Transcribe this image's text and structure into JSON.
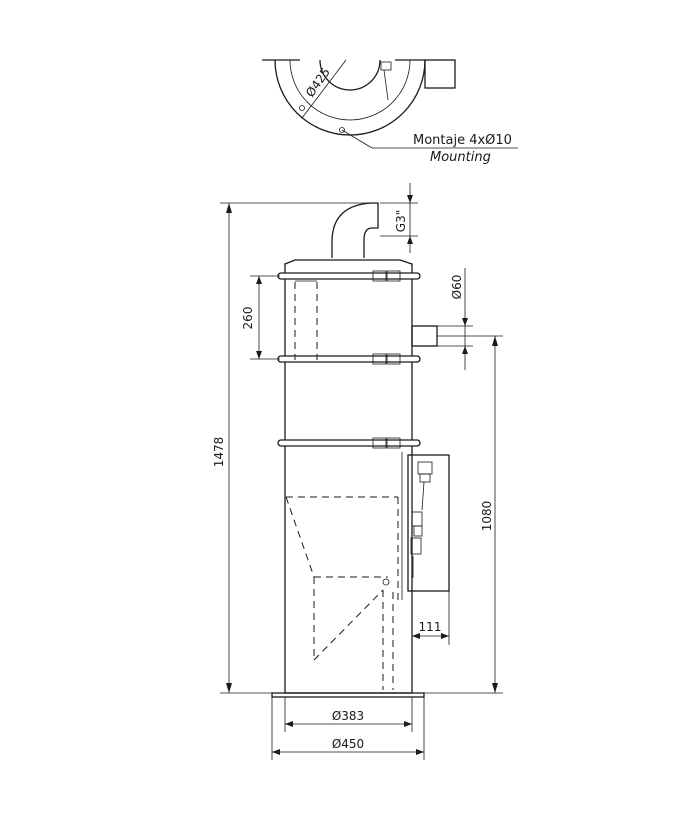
{
  "top_view": {
    "diameter_label": "Ø425",
    "note_primary": "Montaje 4xØ10",
    "note_secondary": "Mounting"
  },
  "dimensions": {
    "overall_height": "1478",
    "band_spacing": "260",
    "inlet_thread": "G3\"",
    "outlet_diameter": "Ø60",
    "outlet_height": "1080",
    "box_depth": "111",
    "inner_diameter": "Ø383",
    "base_diameter": "Ø450"
  }
}
